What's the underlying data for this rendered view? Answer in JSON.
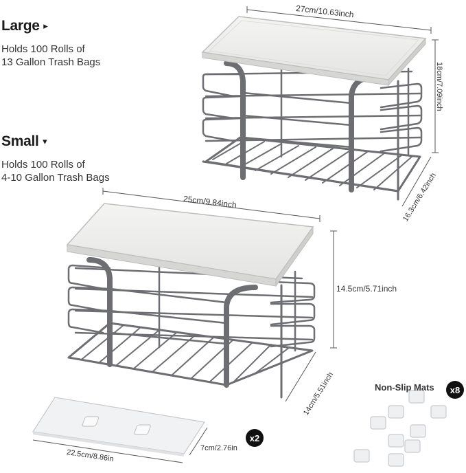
{
  "large": {
    "title": "Large",
    "desc_line1": "Holds 100 Rolls of",
    "desc_line2": "13 Gallon Trash Bags",
    "width": "27cm/10.63inch",
    "height": "18cm/7.09inch",
    "depth": "16.3cm/6.42inch"
  },
  "small": {
    "title": "Small",
    "desc_line1": "Holds 100 Rolls of",
    "desc_line2": "4-10 Gallon Trash Bags",
    "width": "25cm/9.84inch",
    "height": "14.5cm/5.71inch",
    "depth": "14cm/5.51inch"
  },
  "adhesive_plate": {
    "width": "22.5cm/8.86in",
    "height": "7cm/2.76in",
    "quantity": "x2"
  },
  "mats": {
    "label": "Non-Slip Mats",
    "quantity": "x8"
  },
  "colors": {
    "frame": "#6d6e72",
    "board": "#ededeb",
    "dimension_line": "#555555"
  }
}
